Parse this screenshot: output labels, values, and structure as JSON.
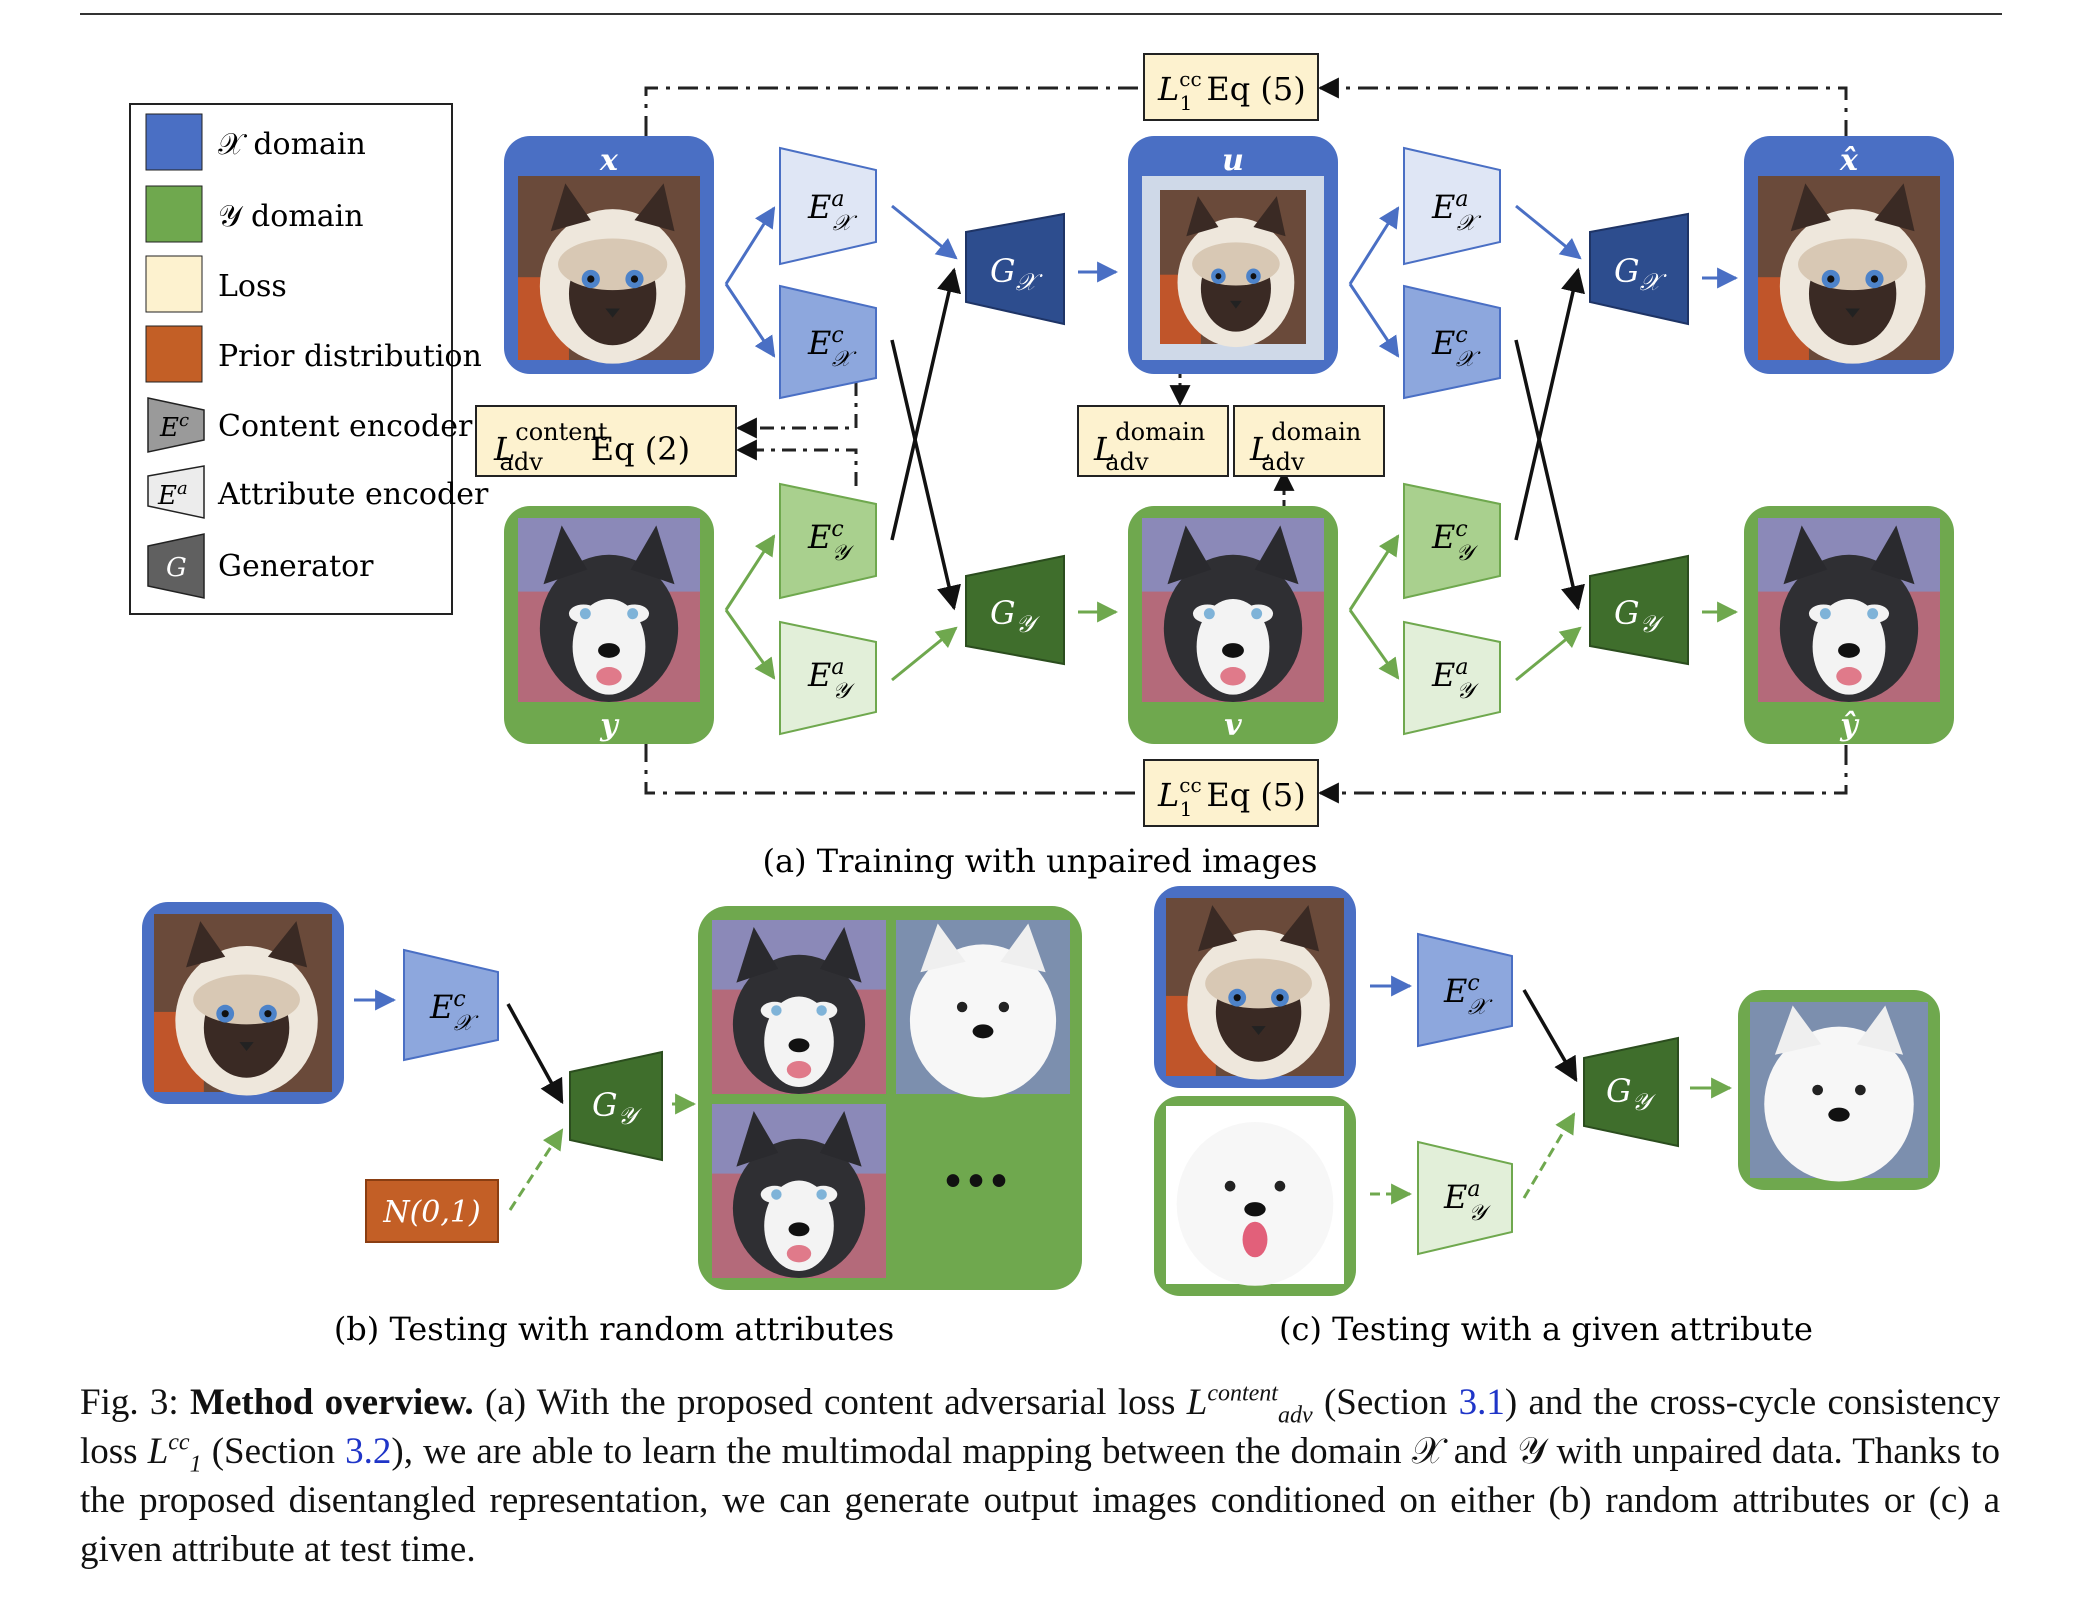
{
  "colors": {
    "x_domain": "#4a6fc4",
    "y_domain": "#6fa84e",
    "loss": "#fdf2cf",
    "prior": "#c35f26",
    "content_encoder": "#8da7dd",
    "attribute_encoder": "#dfe6f5",
    "generator_x": "#2d4d8e",
    "generator_y": "#3f6e2c"
  },
  "legend": {
    "x_domain": "𝒳 domain",
    "y_domain": "𝒴 domain",
    "loss": "Loss",
    "prior": "Prior distribution",
    "content_encoder": "Content encoder",
    "attribute_encoder": "Attribute encoder",
    "generator": "Generator",
    "ec_glyph": "E",
    "ec_sup": "c",
    "ea_glyph": "E",
    "ea_sup": "a",
    "g_glyph": "G"
  },
  "panel_a": {
    "caption": "(a) Training with unpaired images",
    "image_labels": {
      "x": "x",
      "y": "y",
      "u": "u",
      "v": "v",
      "x_hat": "x̂",
      "y_hat": "ŷ"
    },
    "encoders": {
      "E": "E",
      "a": "a",
      "c": "c",
      "X": "𝒳",
      "Y": "𝒴"
    },
    "generators": {
      "G": "G",
      "X": "𝒳",
      "Y": "𝒴"
    },
    "losses": {
      "L": "L",
      "cc_sub": "1",
      "cc_sup": "cc",
      "cc_eq": "Eq (5)",
      "content_sup": "content",
      "adv_sub": "adv",
      "content_eq": "Eq (2)",
      "domain_sup": "domain"
    }
  },
  "panel_b": {
    "caption": "(b) Testing with random attributes",
    "prior_label": "N(0,1)",
    "ellipsis": "•••"
  },
  "panel_c": {
    "caption": "(c) Testing with a given attribute"
  },
  "figure_caption": {
    "label": "Fig. 3:",
    "title": "Method overview.",
    "part1": "(a) With the proposed content adversarial loss",
    "L": "L",
    "content_sup": "content",
    "adv_sub": "adv",
    "part2": "(Section",
    "ref1": "3.1",
    "part3": ") and the cross-cycle consistency loss",
    "cc_sup": "cc",
    "one_sub": "1",
    "part4": "(Section",
    "ref2": "3.2",
    "part5": "), we are able to learn the multimodal mapping between the domain",
    "X": "𝒳",
    "part6": "and",
    "Y": "𝒴",
    "part7": "with unpaired data. Thanks to the proposed disentangled representation, we can generate output images conditioned on either (b) random attributes or (c) a given attribute at test time."
  }
}
